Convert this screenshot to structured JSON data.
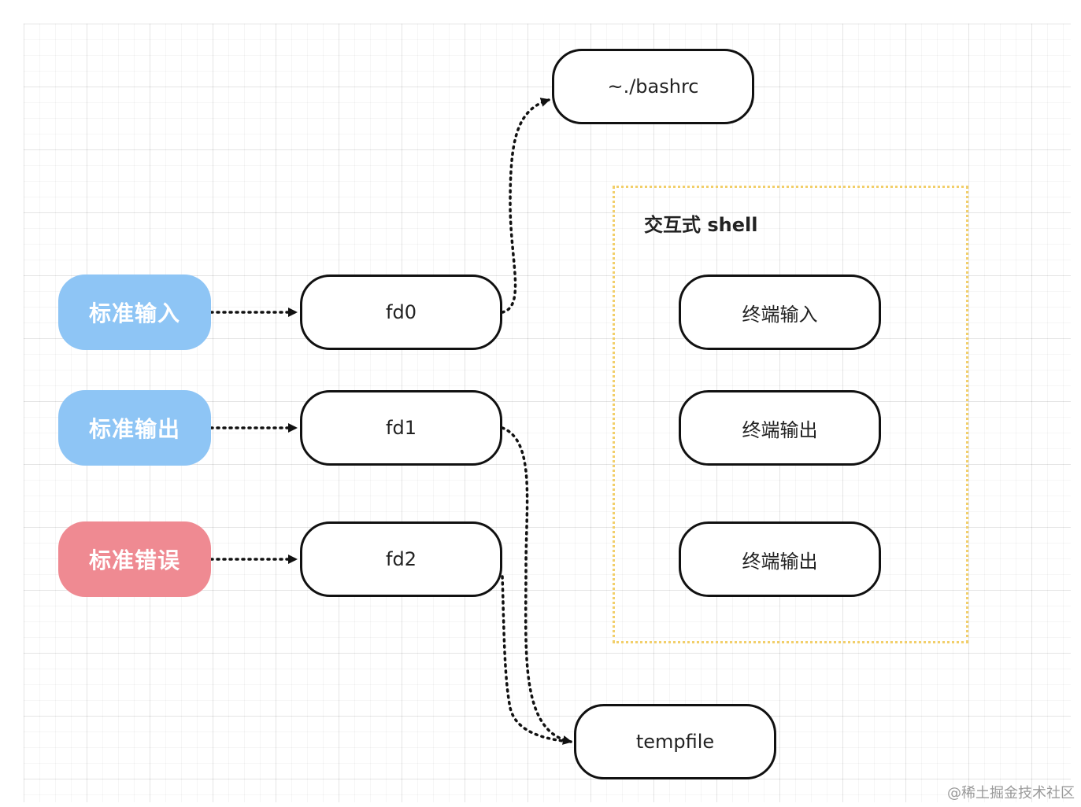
{
  "sources": {
    "stdin": "标准输入",
    "stdout": "标准输出",
    "stderr": "标准错误"
  },
  "descriptors": {
    "fd0": "fd0",
    "fd1": "fd1",
    "fd2": "fd2"
  },
  "targets": {
    "bashrc": "~./bashrc",
    "tempfile": "tempfile"
  },
  "shell": {
    "title": "交互式 shell",
    "terminal_in": "终端输入",
    "terminal_out": "终端输出",
    "terminal_out_2": "终端输出"
  },
  "watermark": "@稀土掘金技术社区",
  "colors": {
    "stdin": "#8ec5f5",
    "stdout": "#8ec5f5",
    "stderr": "#ef8a92",
    "shell_border": "#f2cf6a",
    "node_border": "#111111"
  }
}
